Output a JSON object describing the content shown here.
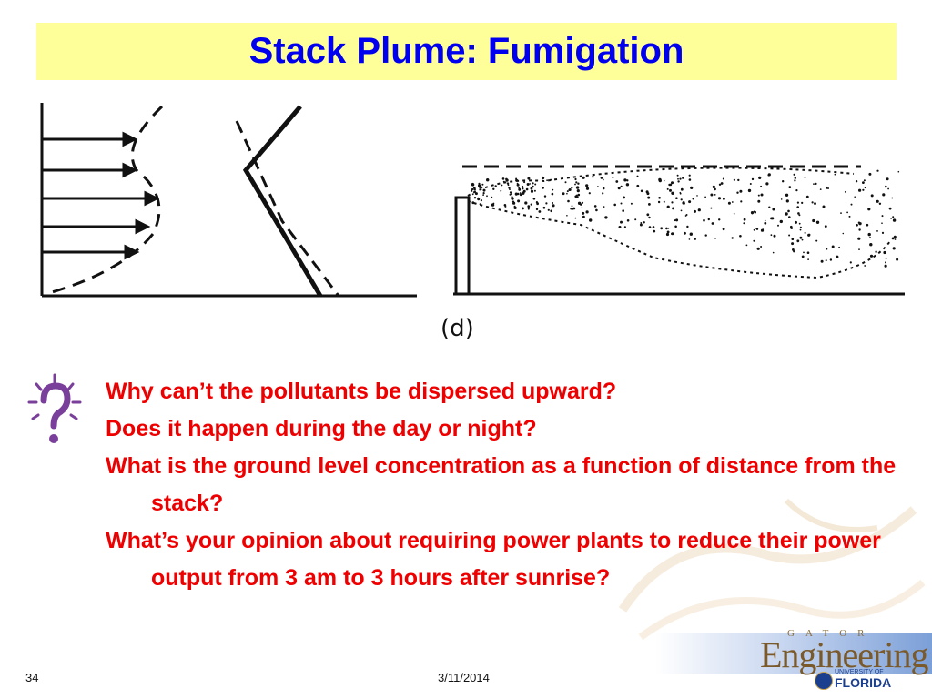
{
  "slide": {
    "title": "Stack Plume: Fumigation",
    "figure_label": "(d)",
    "questions": [
      "Why can’t the pollutants be dispersed upward?",
      "Does it happen during the day or night?",
      "What is the ground level concentration as a function of distance from the stack?",
      "What’s your opinion about requiring power plants to reduce their power output from 3 am to 3 hours after sunrise?"
    ],
    "question_icon": "question-mark-icon"
  },
  "logo": {
    "gator": "GATOR",
    "word": "Engineering",
    "university": "UNIVERSITY OF",
    "florida": "FLORIDA"
  },
  "footer": {
    "page_number": "34",
    "date": "3/11/2014"
  },
  "colors": {
    "title_bg": "#ffff99",
    "title_text": "#0000ee",
    "question_text": "#ee0000",
    "icon_purple": "#7a3f9a"
  }
}
